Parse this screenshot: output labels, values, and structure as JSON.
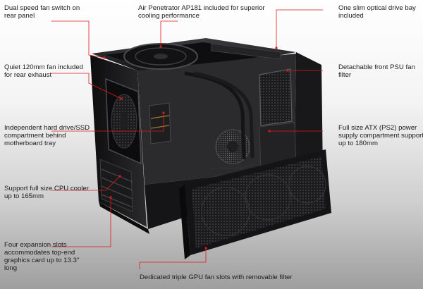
{
  "callouts": {
    "dual_fan_switch": [
      "Dual speed fan switch on",
      "rear panel"
    ],
    "air_penetrator": [
      "Air Penetrator AP181 included for superior",
      "cooling performance"
    ],
    "optical_bay": [
      "One slim optical drive bay",
      "included"
    ],
    "quiet_fan": [
      "Quiet 120mm fan included",
      "for rear exhaust"
    ],
    "psu_filter": [
      "Detachable front PSU fan",
      "filter"
    ],
    "hdd_compartment": [
      "Independent hard drive/SSD",
      "compartment behind",
      "motherboard tray"
    ],
    "psu_compartment": [
      "Full size ATX (PS2) power",
      "supply compartment support",
      "up to 180mm"
    ],
    "cpu_cooler": [
      "Support full size CPU cooler",
      "up to 165mm"
    ],
    "expansion_slots": [
      "Four expansion slots",
      "accommodates top-end",
      "graphics card up to 13.3\"",
      "long"
    ],
    "gpu_fans": [
      "Dedicated triple GPU fan slots with removable filter"
    ]
  },
  "colors": {
    "callout_line": "#e0181b",
    "case_body": "#1d1d1f",
    "case_edge": "#3a3a3d"
  }
}
